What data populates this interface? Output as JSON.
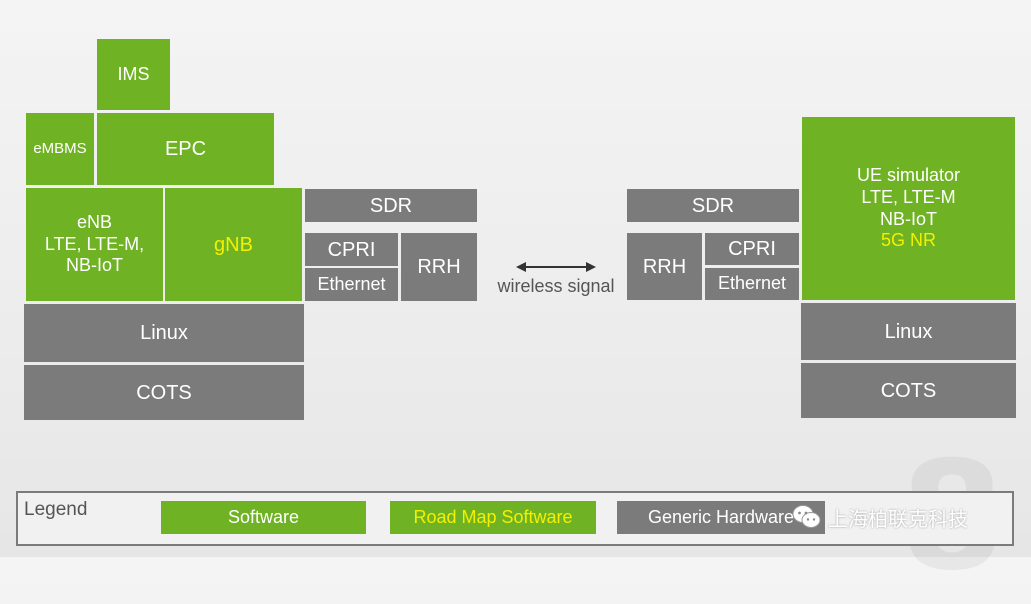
{
  "enb_side": {
    "ims": "IMS",
    "embms": "eMBMS",
    "epc": "EPC",
    "enb_lines": [
      "eNB",
      "LTE, LTE-M,",
      "NB-IoT"
    ],
    "gnb": "gNB",
    "sdr": "SDR",
    "cpri": "CPRI",
    "ethernet": "Ethernet",
    "rrh": "RRH",
    "linux": "Linux",
    "cots": "COTS"
  },
  "link": {
    "label": "wireless signal"
  },
  "ue_side": {
    "sdr": "SDR",
    "rrh": "RRH",
    "cpri": "CPRI",
    "ethernet": "Ethernet",
    "sim_lines": [
      "UE simulator",
      "LTE, LTE-M",
      "NB-IoT"
    ],
    "sim_roadmap": "5G NR",
    "linux": "Linux",
    "cots": "COTS"
  },
  "legend": {
    "title": "Legend",
    "software": "Software",
    "roadmap": "Road Map Software",
    "hardware": "Generic Hardware"
  },
  "watermark": {
    "text": "上海柏联克科技"
  },
  "colors": {
    "software": "#6fb324",
    "roadmap_text": "#f3f000",
    "hardware": "#7b7b7b"
  }
}
